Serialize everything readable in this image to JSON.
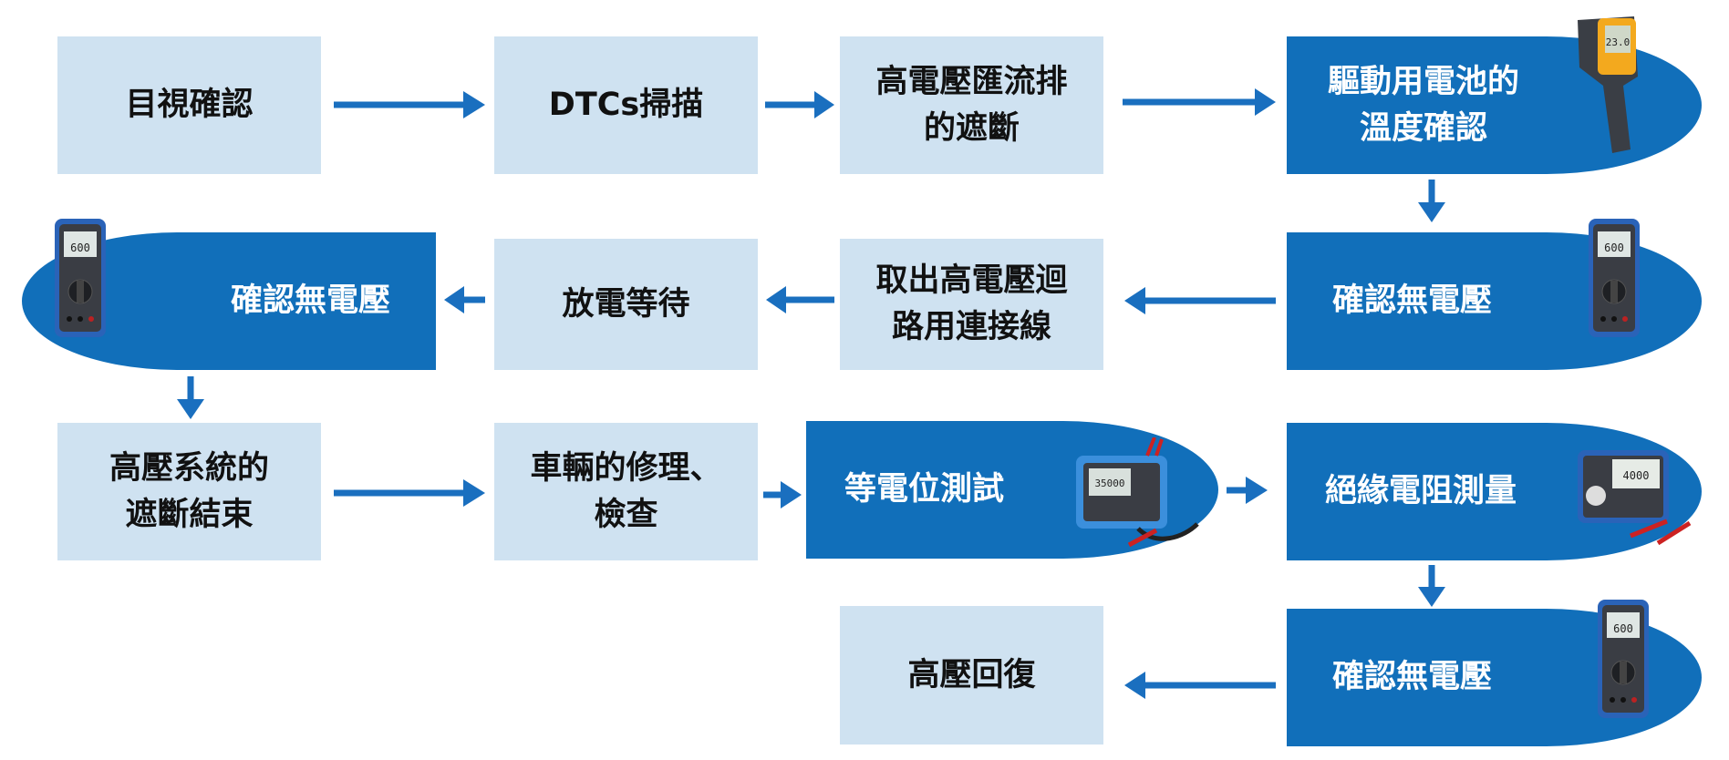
{
  "colors": {
    "light_box": "#cfe2f1",
    "blue_box": "#116fba",
    "arrow": "#1a6fbf"
  },
  "steps": [
    {
      "label": "目視確認"
    },
    {
      "label": "DTCs掃描"
    },
    {
      "label": "高電壓匯流排\n的遮斷"
    },
    {
      "label": "驅動用電池的\n溫度確認",
      "icon": "infrared-thermometer-icon"
    },
    {
      "label": "確認無電壓",
      "icon": "multimeter-icon"
    },
    {
      "label": "取出高電壓迴\n路用連接線"
    },
    {
      "label": "放電等待"
    },
    {
      "label": "確認無電壓",
      "icon": "multimeter-icon"
    },
    {
      "label": "高壓系統的\n遮斷結束"
    },
    {
      "label": "車輛的修理、\n檢查"
    },
    {
      "label": "等電位測試",
      "icon": "milliohm-meter-icon"
    },
    {
      "label": "絕緣電阻測量",
      "icon": "insulation-tester-icon"
    },
    {
      "label": "確認無電壓",
      "icon": "multimeter-icon"
    },
    {
      "label": "高壓回復"
    }
  ]
}
